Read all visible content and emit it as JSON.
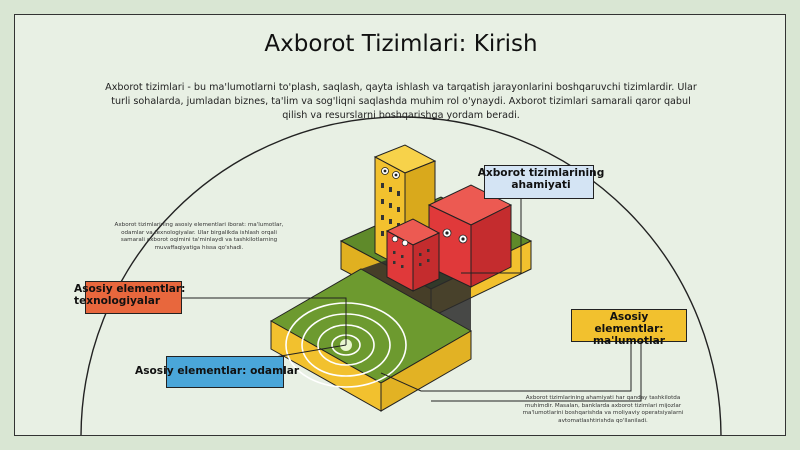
{
  "title": "Axborot Tizimlari: Kirish",
  "intro": "Axborot tizimlari - bu ma'lumotlarni to'plash, saqlash, qayta ishlash va tarqatish jarayonlarini boshqaruvchi tizimlardir. Ular turli sohalarda, jumladan biznes, ta'lim va sog'liqni saqlashda muhim rol o'ynaydi. Axborot tizimlari samarali qaror qabul qilish va resurslarni boshqarishga yordam beradi.",
  "labels": {
    "ahamiyat": "Axborot tizimlarining ahamiyati",
    "texnologiyalar": "Asosiy elementlar: texnologiyalar",
    "odamlar": "Asosiy elementlar: odamlar",
    "malumotlar": "Asosiy elementlar: ma'lumotlar"
  },
  "notes": {
    "elements": "Axborot tizimlarining asosiy elementlari iborat: ma'lumotlar, odamlar va texnologiyalar. Ular birgalikda ishlash orqali samarali axborot oqimini ta'minlaydi va tashkilotlarning muvaffaqiyatiga hissa qo'shadi.",
    "importance": "Axborot tizimlarining ahamiyati har qanday tashkilotda muhimdir. Masalan, banklarda axborot tizimlari mijozlar ma'lumotlarini boshqarishda va moliyaviy operatsiyalarni avtomatlashtirishda qo'llaniladi."
  },
  "colors": {
    "background": "#e8f0e4",
    "yellow": "#f2c12e",
    "red": "#e0393a",
    "green": "#6d9a2f",
    "blue": "#4aa6d9",
    "orange": "#e8673d",
    "light_blue": "#d4e4f4"
  }
}
